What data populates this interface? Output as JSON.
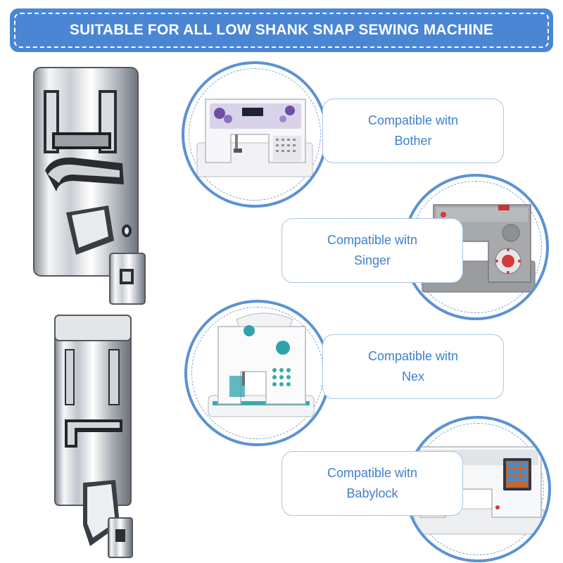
{
  "banner": {
    "title": "SUITABLE FOR ALL LOW SHANK SNAP SEWING MACHINE"
  },
  "compatibility": [
    {
      "line1": "Compatible witn",
      "line2": "Bother",
      "image_icon": "purple-floral-sewing-machine-icon"
    },
    {
      "line1": "Compatible witn",
      "line2": "Singer",
      "image_icon": "grey-heavy-duty-sewing-machine-icon"
    },
    {
      "line1": "Compatible witn",
      "line2": "Nex",
      "image_icon": "mini-teal-sewing-machine-icon"
    },
    {
      "line1": "Compatible witn",
      "line2": "Babylock",
      "image_icon": "computerized-sewing-machine-icon"
    }
  ],
  "colors": {
    "accent": "#4a86d4",
    "label_text": "#3f7fcf",
    "label_border": "#a9c4e6"
  }
}
